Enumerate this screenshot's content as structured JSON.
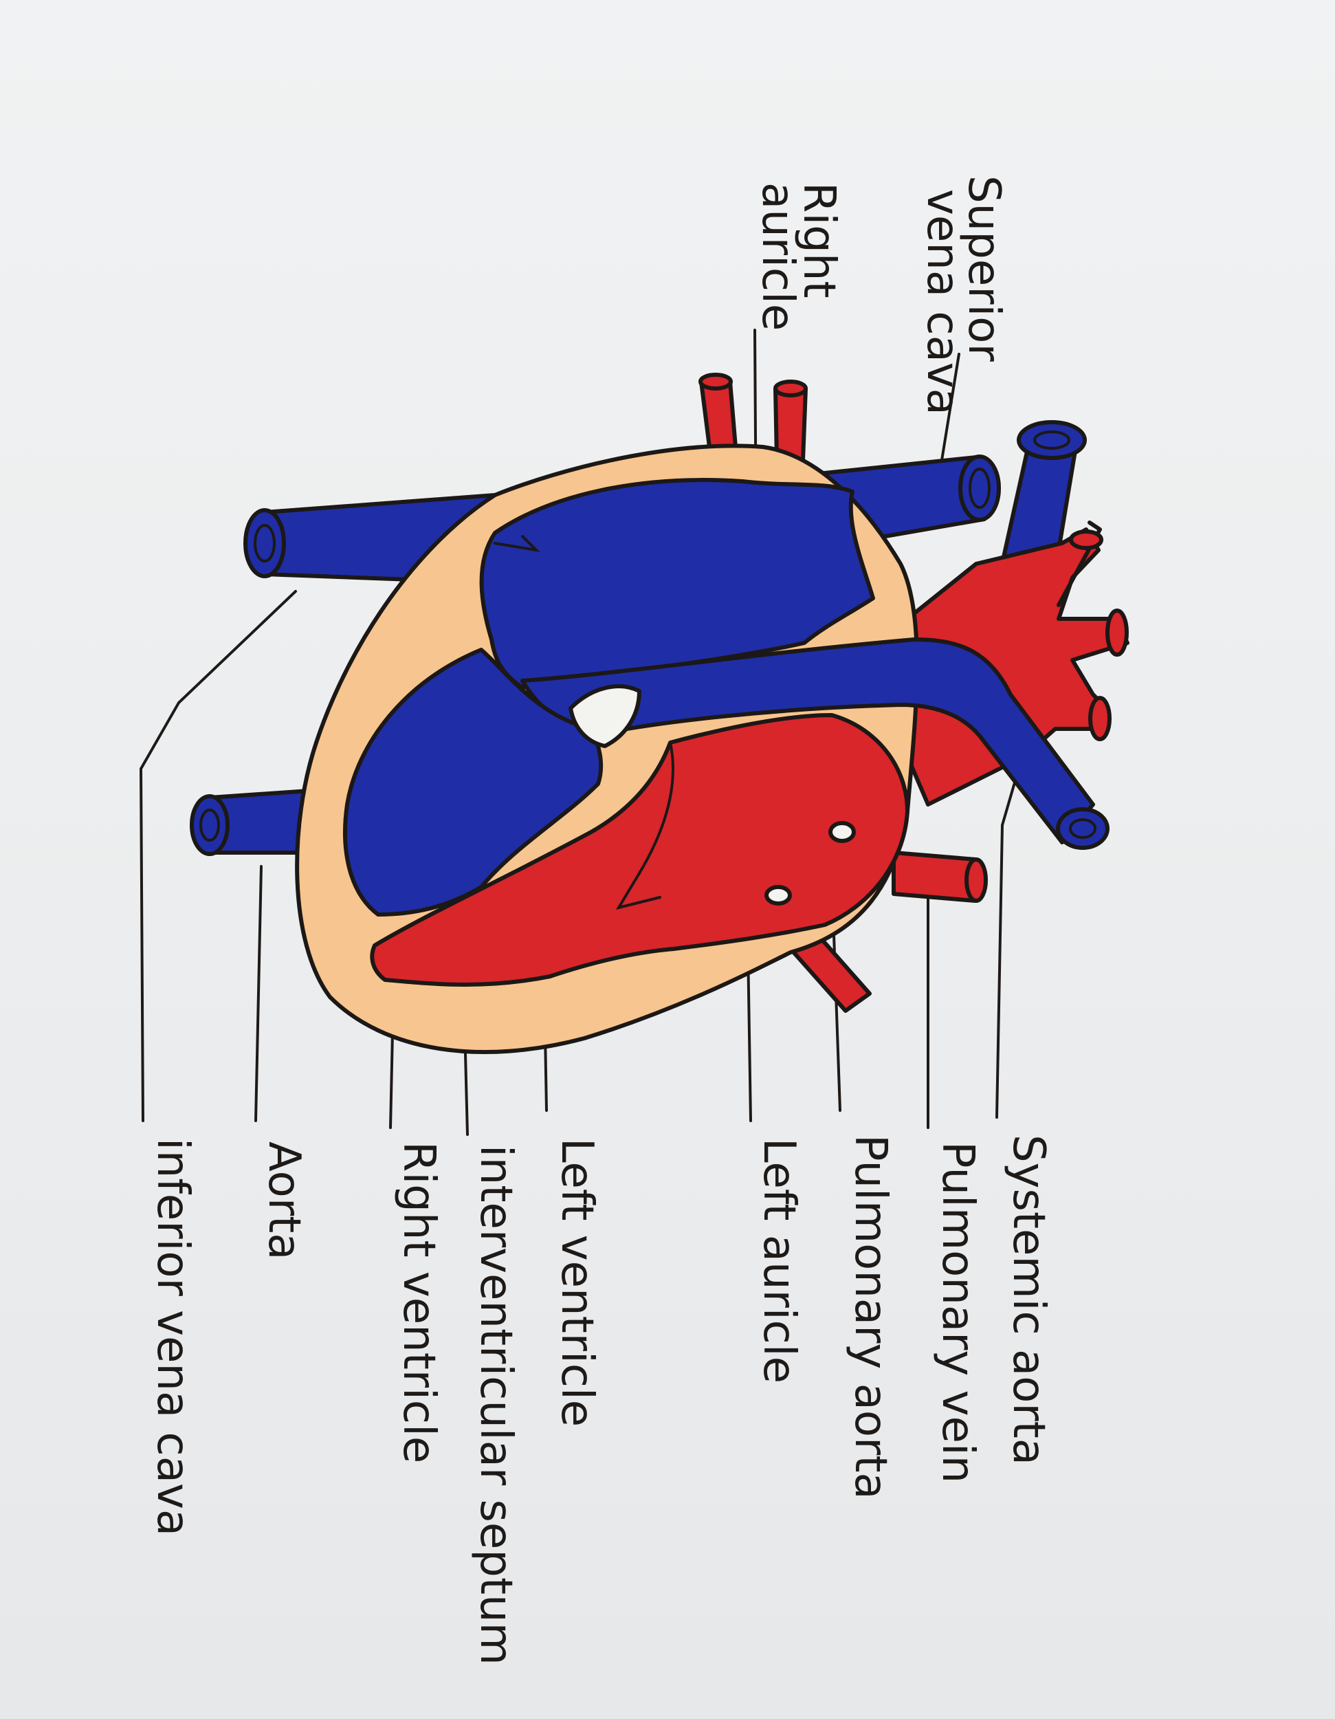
{
  "diagram": {
    "colors": {
      "paper": "#eceeef",
      "deoxygenated": "#1f2ea6",
      "oxygenated": "#d8262b",
      "heart_wall": "#f7c58f",
      "ink": "#1c1816"
    },
    "labels": {
      "superior_vena_cava": [
        "Superior",
        "vena cava"
      ],
      "right_auricle": [
        "Right",
        "auricle"
      ],
      "systemic_aorta": "Systemic aorta",
      "pulmonary_vein": "Pulmonary vein",
      "pulmonary_aorta": "Pulmonary aorta",
      "left_auricle": "Left auricle",
      "left_ventricle": "Left ventricle",
      "interventricular_septum": "interventricular septum",
      "right_ventricle": "Right ventricle",
      "aorta": "Aorta",
      "inferior_vena_cava": "inferior vena cava"
    }
  }
}
